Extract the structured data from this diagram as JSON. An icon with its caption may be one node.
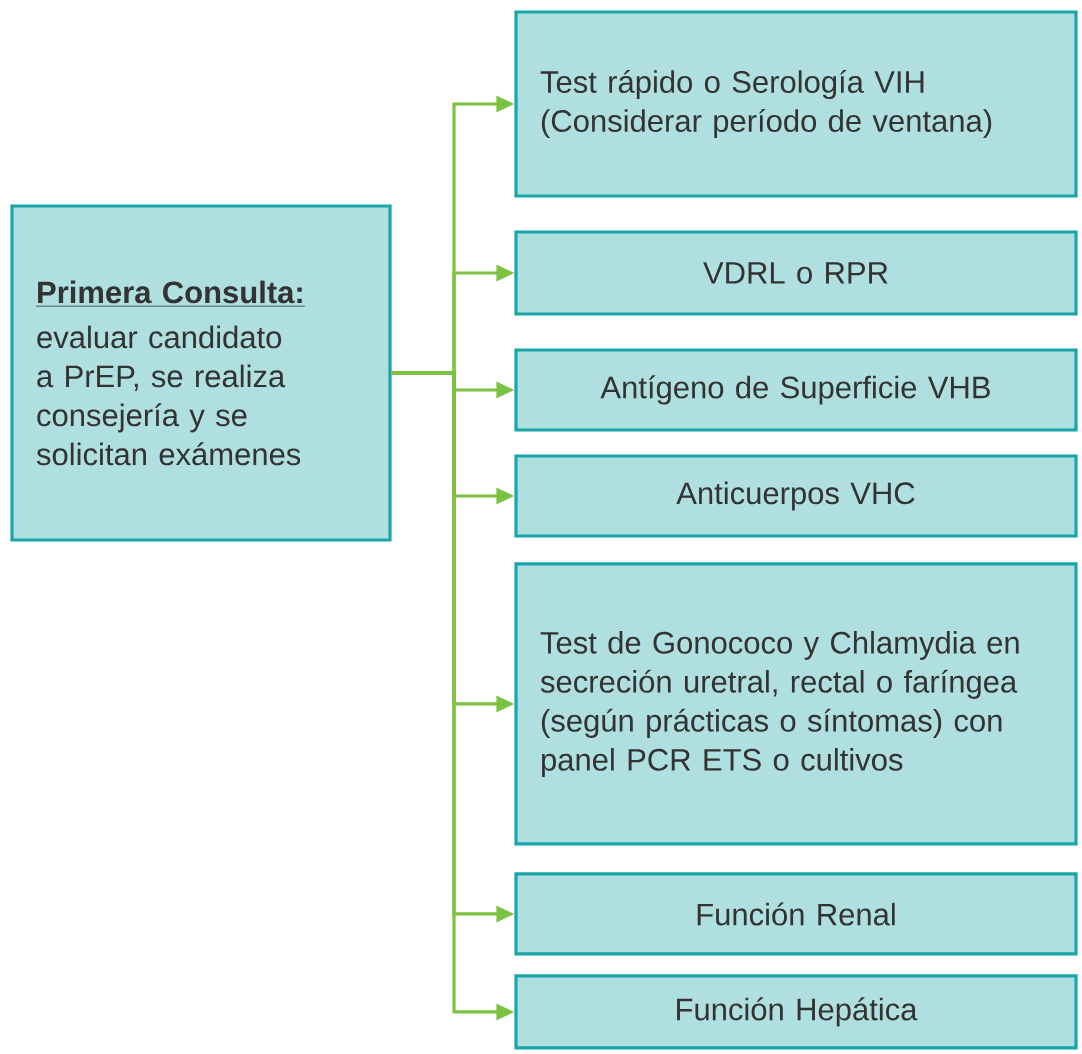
{
  "diagram": {
    "nodes": [
      {
        "text": [
          "Primera Consulta:",
          "evaluar candidato a PrEP, se realiza consejería y se solicitan exámenes"
        ]
      },
      {
        "text": [
          "Test rápido o Serología VIH (Considerar período de ventana)"
        ]
      },
      {
        "text": [
          "VDRL o RPR"
        ]
      },
      {
        "text": [
          "Antígeno de Superficie VHB"
        ]
      },
      {
        "text": [
          "Anticuerpos VHC"
        ]
      },
      {
        "text": [
          "Test de Gonococo y Chlamydia en secreción uretral, rectal o faríngea (según prácticas o síntomas) con panel PCR ETS o cultivos"
        ]
      },
      {
        "text": [
          "Función Renal"
        ]
      },
      {
        "text": [
          "Función Hepática"
        ]
      }
    ],
    "edges": [
      {
        "from": 0,
        "to": 1,
        "arrow": "to"
      },
      {
        "from": 0,
        "to": 2,
        "arrow": "to"
      },
      {
        "from": 0,
        "to": 3,
        "arrow": "to"
      },
      {
        "from": 0,
        "to": 4,
        "arrow": "to"
      },
      {
        "from": 0,
        "to": 5,
        "arrow": "to"
      },
      {
        "from": 0,
        "to": 6,
        "arrow": "to"
      },
      {
        "from": 0,
        "to": 7,
        "arrow": "to"
      }
    ]
  }
}
